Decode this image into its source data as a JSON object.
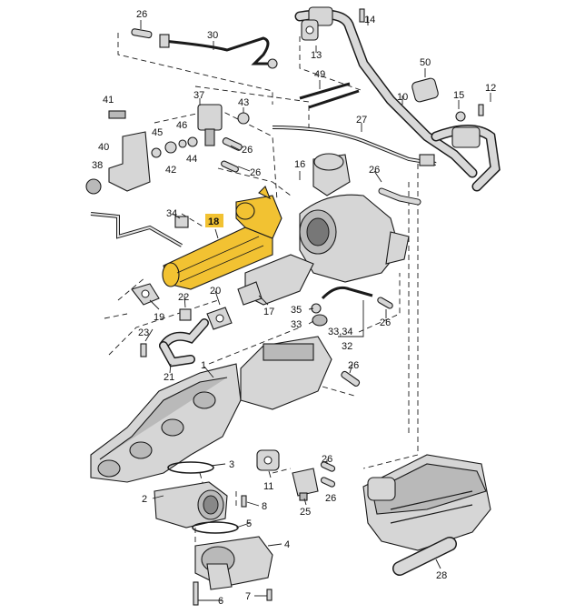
{
  "diagram": {
    "highlight_color": "#f2c232",
    "part_color": "#d6d6d6",
    "line_color": "#1a1a1a",
    "callouts": {
      "c1": "1",
      "c2": "2",
      "c3": "3",
      "c4": "4",
      "c5": "5",
      "c6": "6",
      "c7": "7",
      "c8": "8",
      "c10": "10",
      "c11": "11",
      "c12": "12",
      "c13": "13",
      "c14": "14",
      "c15": "15",
      "c16": "16",
      "c17": "17",
      "c18": "18",
      "c19": "19",
      "c20": "20",
      "c21": "21",
      "c22": "22",
      "c23": "23",
      "c25": "25",
      "c26": "26",
      "c27": "27",
      "c28": "28",
      "c30": "30",
      "c3334": "33,34",
      "c32": "32",
      "c33": "33",
      "c34": "34",
      "c35": "35",
      "c37": "37",
      "c38": "38",
      "c40": "40",
      "c41": "41",
      "c42": "42",
      "c43": "43",
      "c44": "44",
      "c45": "45",
      "c46": "46",
      "c49": "49",
      "c50": "50"
    }
  }
}
